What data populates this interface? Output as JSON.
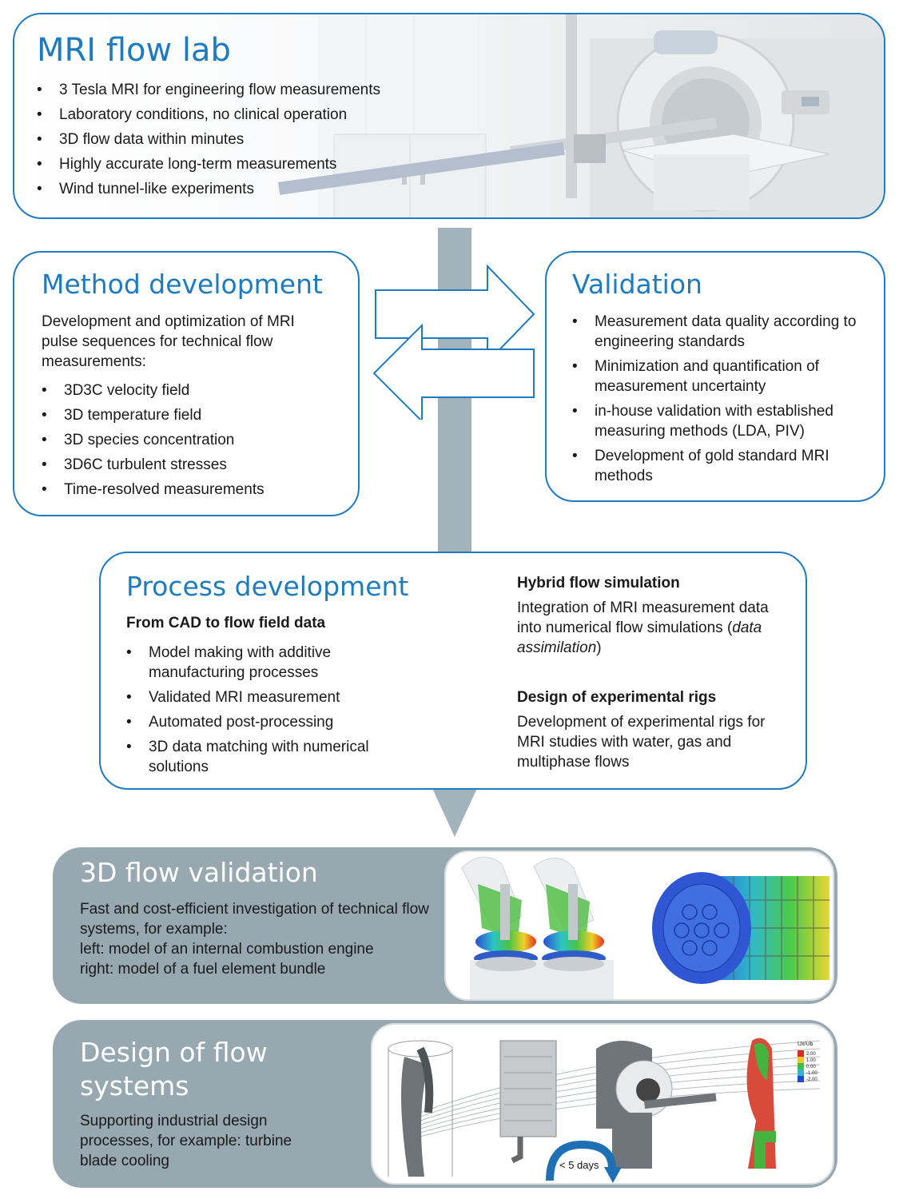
{
  "lab": {
    "title": "MRI flow lab",
    "bullets": [
      "3 Tesla MRI for engineering flow measurements",
      "Laboratory conditions, no clinical operation",
      "3D flow data within minutes",
      "Highly accurate long-term measurements",
      "Wind tunnel-like experiments"
    ]
  },
  "method": {
    "title": "Method development",
    "intro": "Development and optimization of MRI pulse sequences for technical flow measurements:",
    "bullets": [
      "3D3C velocity field",
      "3D temperature field",
      "3D species concentration",
      "3D6C turbulent stresses",
      "Time-resolved measurements"
    ]
  },
  "validation": {
    "title": "Validation",
    "bullets": [
      "Measurement data quality according to engineering standards",
      "Minimization and quantification of measurement uncertainty",
      "in-house validation with established measuring methods (LDA, PIV)",
      "Development of gold standard MRI methods"
    ]
  },
  "process": {
    "title": "Process development",
    "subtitle": "From CAD to flow field data",
    "bullets": [
      "Model making with additive manufacturing processes",
      "Validated MRI measurement",
      "Automated post-processing",
      "3D data matching with numerical solutions"
    ],
    "hybrid_title": "Hybrid flow simulation",
    "hybrid_text_main": "Integration of MRI measurement data into numerical flow simulations (",
    "hybrid_text_italic": "data assimilation",
    "hybrid_text_end": ")",
    "rigs_title": "Design of experimental rigs",
    "rigs_text": "Development of experimental rigs for MRI studies with water, gas and multiphase flows"
  },
  "flow3d": {
    "title": "3D flow validation",
    "text": "Fast and cost-efficient investigation of technical flow systems, for example:",
    "left": "left: model of an internal combustion engine",
    "right": "right: model of a fuel element bundle"
  },
  "design": {
    "title_line1": "Design of flow",
    "title_line2": "systems",
    "text": "Supporting industrial design processes, for example: turbine blade cooling",
    "cycle_label": "< 5 days",
    "legend_title": "Ux/Ub",
    "legend_ticks": [
      "2.00",
      "1.00",
      "0.00",
      "-1.00",
      "-2.00"
    ]
  },
  "colors": {
    "accent": "#1f7bbf",
    "panel_grey": "#97a8b1",
    "arrow_grey": "#a3b3bb"
  }
}
